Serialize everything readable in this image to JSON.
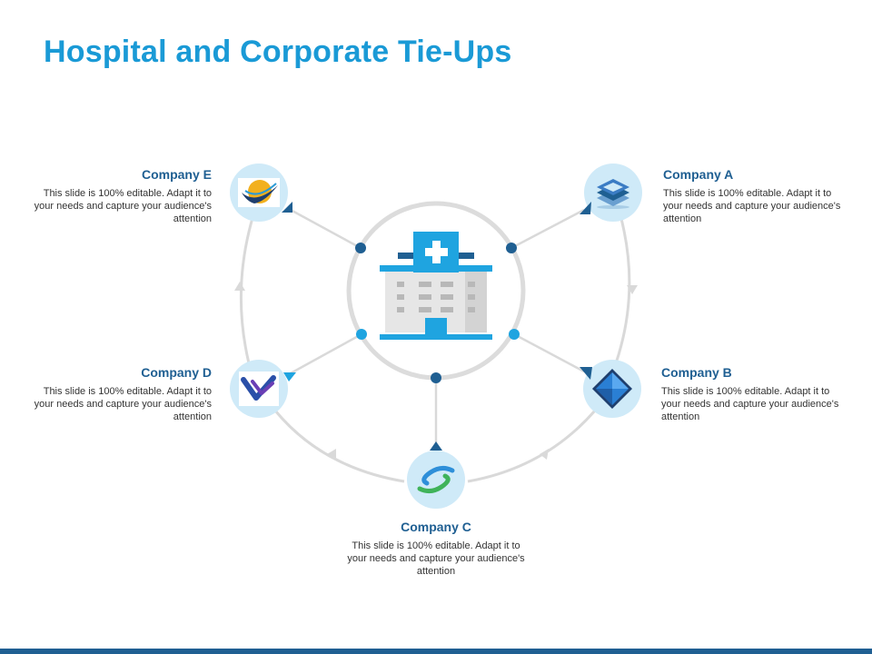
{
  "title": "Hospital and Corporate Tie-Ups",
  "colors": {
    "title": "#1a9ad6",
    "company_name": "#1f5f92",
    "node_bg": "#cfeaf8",
    "connector": "#d9d9d9",
    "dot_dark": "#1f5f92",
    "dot_light": "#1fa4e0",
    "footer": "#1f5f92"
  },
  "companies": [
    {
      "id": "a",
      "name": "Company A",
      "desc": "This slide is 100% editable. Adapt it to your needs and capture your audience's attention",
      "icon": "stacked-layers-icon"
    },
    {
      "id": "b",
      "name": "Company B",
      "desc": "This slide is 100% editable. Adapt it to your needs and capture your audience's attention",
      "icon": "blue-diamond-icon"
    },
    {
      "id": "c",
      "name": "Company C",
      "desc": "This slide is 100% editable. Adapt it to your needs and capture your audience's attention",
      "icon": "interlinked-s-icon"
    },
    {
      "id": "d",
      "name": "Company D",
      "desc": "This slide is 100% editable. Adapt it to your needs and capture your audience's attention",
      "icon": "v-link-icon"
    },
    {
      "id": "e",
      "name": "Company E",
      "desc": "This slide is 100% editable. Adapt it to your needs and capture your audience's attention",
      "icon": "sun-wave-icon"
    }
  ],
  "center_icon": "hospital-building-icon"
}
